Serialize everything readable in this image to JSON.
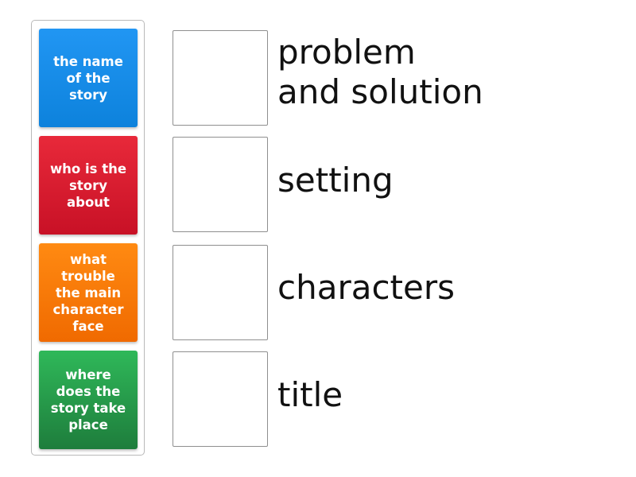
{
  "cards": [
    {
      "label": "the name of the story",
      "color": "#2196f3",
      "color_dark": "#0d82dc"
    },
    {
      "label": "who is the story about",
      "color": "#e8293a",
      "color_dark": "#c81126"
    },
    {
      "label": "what trouble the main character face",
      "color": "#ff8a12",
      "color_dark": "#f06a00"
    },
    {
      "label": "where does the story take place",
      "color": "#2fb859",
      "color_dark": "#1e7d3c"
    }
  ],
  "terms": [
    {
      "label": "problem\nand solution"
    },
    {
      "label": "setting"
    },
    {
      "label": "characters"
    },
    {
      "label": "title"
    }
  ]
}
